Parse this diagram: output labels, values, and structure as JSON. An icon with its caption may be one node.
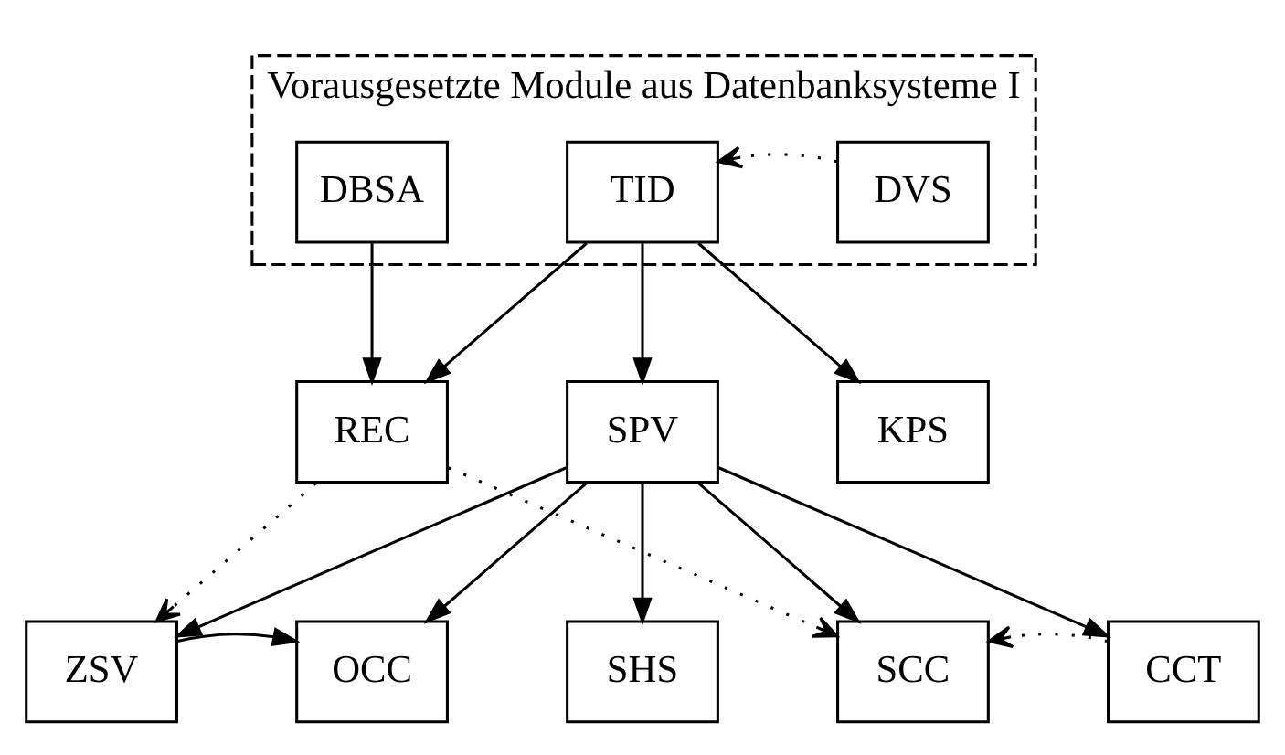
{
  "diagram": {
    "nodes": [
      {
        "text": [
          "Vorausgesetzte Module aus Datenbanksysteme I"
        ]
      },
      {
        "text": [
          "DBSA"
        ],
        "in": 0
      },
      {
        "text": [
          "TID"
        ],
        "in": 0
      },
      {
        "text": [
          "DVS"
        ],
        "in": 0
      },
      {
        "text": [
          "REC"
        ]
      },
      {
        "text": [
          "SPV"
        ]
      },
      {
        "text": [
          "KPS"
        ]
      },
      {
        "text": [
          "ZSV"
        ]
      },
      {
        "text": [
          "OCC"
        ]
      },
      {
        "text": [
          "SHS"
        ]
      },
      {
        "text": [
          "SCC"
        ]
      },
      {
        "text": [
          "CCT"
        ]
      }
    ],
    "edges": [
      {
        "from": 3,
        "to": 2,
        "arrow": "to",
        "style": "dashed"
      },
      {
        "from": 1,
        "to": 4,
        "arrow": "to"
      },
      {
        "from": 2,
        "to": 4,
        "arrow": "to"
      },
      {
        "from": 2,
        "to": 5,
        "arrow": "to"
      },
      {
        "from": 2,
        "to": 6,
        "arrow": "to"
      },
      {
        "from": 4,
        "to": 7,
        "arrow": "to",
        "style": "dashed"
      },
      {
        "from": 4,
        "to": 10,
        "arrow": "to",
        "style": "dashed"
      },
      {
        "from": 5,
        "to": 7,
        "arrow": "to"
      },
      {
        "from": 5,
        "to": 8,
        "arrow": "to"
      },
      {
        "from": 5,
        "to": 9,
        "arrow": "to"
      },
      {
        "from": 5,
        "to": 10,
        "arrow": "to"
      },
      {
        "from": 5,
        "to": 11,
        "arrow": "to"
      },
      {
        "from": 7,
        "to": 8,
        "arrow": "to"
      },
      {
        "from": 11,
        "to": 10,
        "arrow": "to",
        "style": "dashed"
      }
    ]
  }
}
